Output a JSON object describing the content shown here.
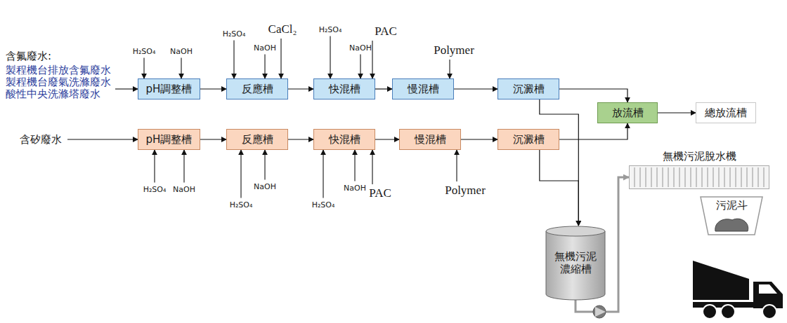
{
  "diagram": {
    "nodes": [
      {
        "text": [
          "pH調整槽"
        ]
      },
      {
        "text": [
          "反應槽"
        ]
      },
      {
        "text": [
          "快混槽"
        ]
      },
      {
        "text": [
          "慢混槽"
        ]
      },
      {
        "text": [
          "沉澱槽"
        ]
      },
      {
        "text": [
          "放流槽"
        ]
      },
      {
        "text": [
          "總放流槽"
        ]
      },
      {
        "text": [
          "pH調整槽"
        ]
      },
      {
        "text": [
          "反應槽"
        ]
      },
      {
        "text": [
          "快混槽"
        ]
      },
      {
        "text": [
          "慢混槽"
        ]
      },
      {
        "text": [
          "沉澱槽"
        ]
      },
      {
        "text": [
          "無機污泥脫水機"
        ]
      },
      {
        "text": [
          "污泥斗"
        ]
      },
      {
        "text": [
          "無機污泥濃縮槽"
        ]
      }
    ],
    "edges": [
      {
        "from": 0,
        "to": 1,
        "arrow": "to"
      },
      {
        "from": 1,
        "to": 2,
        "arrow": "to"
      },
      {
        "from": 2,
        "to": 3,
        "arrow": "to"
      },
      {
        "from": 3,
        "to": 4,
        "arrow": "to"
      },
      {
        "from": 4,
        "to": 5,
        "arrow": "to"
      },
      {
        "from": 5,
        "to": 6,
        "arrow": "to"
      },
      {
        "from": 7,
        "to": 8,
        "arrow": "to"
      },
      {
        "from": 8,
        "to": 9,
        "arrow": "to"
      },
      {
        "from": 9,
        "to": 10,
        "arrow": "to"
      },
      {
        "from": 10,
        "to": 11,
        "arrow": "to"
      },
      {
        "from": 11,
        "to": 5,
        "arrow": "to"
      },
      {
        "from": 4,
        "to": 14,
        "arrow": "to"
      },
      {
        "from": 11,
        "to": 14,
        "arrow": "to"
      },
      {
        "from": 14,
        "to": 12,
        "arrow": "to"
      }
    ],
    "labels": [
      "含氟廢水:",
      "製程機台排放含氟廢水",
      "製程機台廢氣洗滌廢水",
      "酸性中央洗滌塔廢水",
      "含矽廢水",
      "H₂SO₄",
      "NaOH",
      "H₂SO₄",
      "NaOH",
      "CaCl₂",
      "H₂SO₄",
      "NaOH",
      "PAC",
      "Polymer",
      "H₂SO₄",
      "NaOH",
      "H₂SO₄",
      "NaOH",
      "H₂SO₄",
      "NaOH",
      "PAC",
      "Polymer"
    ]
  }
}
